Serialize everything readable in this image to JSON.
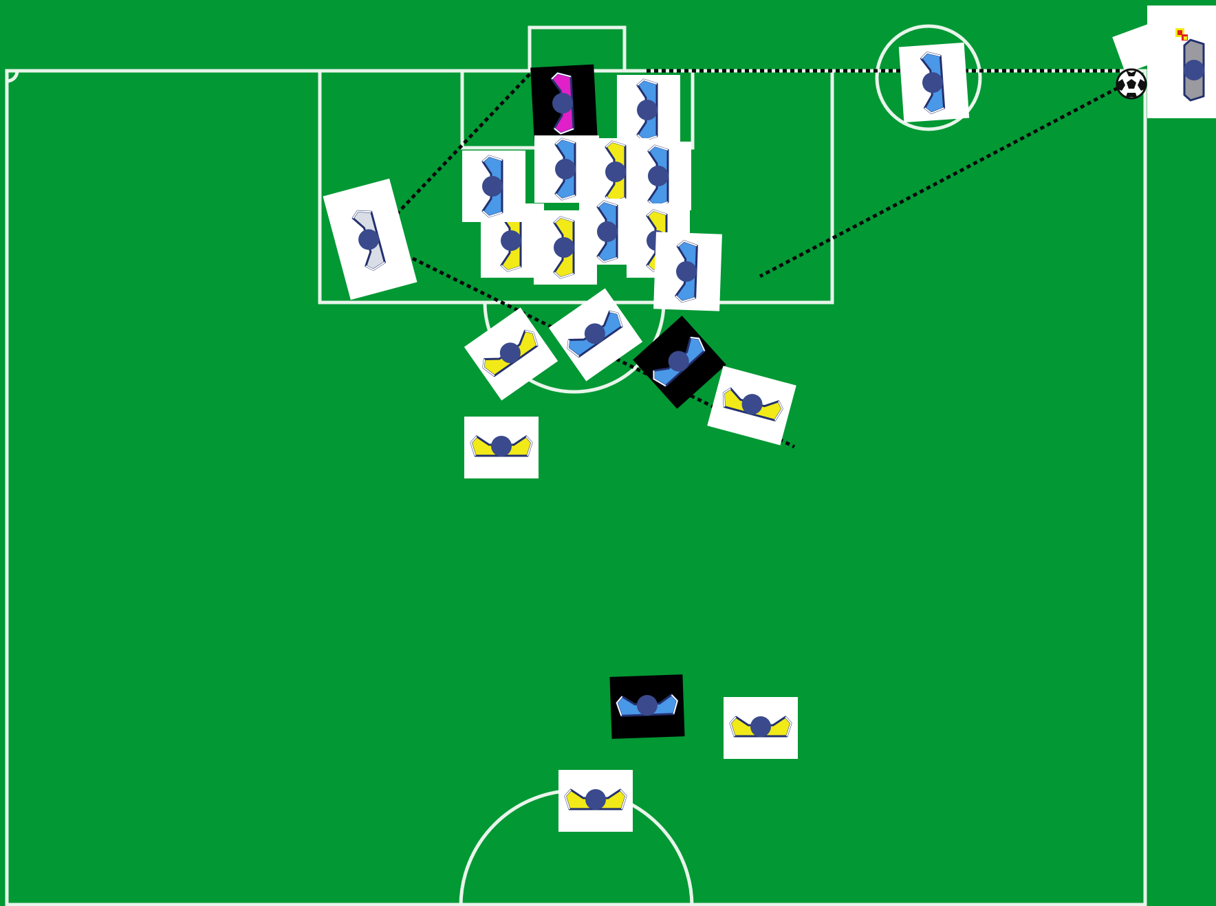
{
  "colors": {
    "pitch": "#029834",
    "lines": "#e8f5ea",
    "card": "#ffffff",
    "card_dark": "#000000",
    "head": "#3a4a8c",
    "kit_blue": "#4a98e8",
    "kit_yellow": "#f2ea18",
    "kit_magenta": "#e020c8",
    "kit_light": "#d8dde6",
    "kit_grey": "#9a9aa0",
    "outline": "#23306e",
    "pass_line": "#0a0a0a"
  },
  "players": [
    {
      "kit": "magenta",
      "bg": "dark",
      "facing": "down"
    },
    {
      "kit": "blue",
      "bg": "light",
      "facing": "down"
    },
    {
      "kit": "blue",
      "bg": "light",
      "facing": "down"
    },
    {
      "kit": "yellow",
      "bg": "light",
      "facing": "down"
    },
    {
      "kit": "blue",
      "bg": "light",
      "facing": "down"
    },
    {
      "kit": "blue",
      "bg": "light",
      "facing": "down"
    },
    {
      "kit": "yellow",
      "bg": "light",
      "facing": "down"
    },
    {
      "kit": "yellow",
      "bg": "light",
      "facing": "down"
    },
    {
      "kit": "blue",
      "bg": "light",
      "facing": "down"
    },
    {
      "kit": "yellow",
      "bg": "light",
      "facing": "down"
    },
    {
      "kit": "blue",
      "bg": "light",
      "facing": "down"
    },
    {
      "kit": "light",
      "bg": "light",
      "facing": "down"
    },
    {
      "kit": "blue",
      "bg": "light",
      "facing": "down"
    },
    {
      "kit": "yellow",
      "bg": "light",
      "facing": "down"
    },
    {
      "kit": "blue",
      "bg": "light",
      "facing": "down"
    },
    {
      "kit": "blue",
      "bg": "dark",
      "facing": "down"
    },
    {
      "kit": "yellow",
      "bg": "light",
      "facing": "down"
    },
    {
      "kit": "yellow",
      "bg": "light",
      "facing": "down"
    },
    {
      "kit": "blue",
      "bg": "dark",
      "facing": "down"
    },
    {
      "kit": "yellow",
      "bg": "light",
      "facing": "down"
    },
    {
      "kit": "yellow",
      "bg": "light",
      "facing": "down"
    },
    {
      "kit": "grey",
      "bg": "light",
      "facing": "down"
    }
  ],
  "ball": {
    "icon": "soccer-ball-icon"
  },
  "corner_flag": {
    "icon": "corner-flag-icon"
  }
}
